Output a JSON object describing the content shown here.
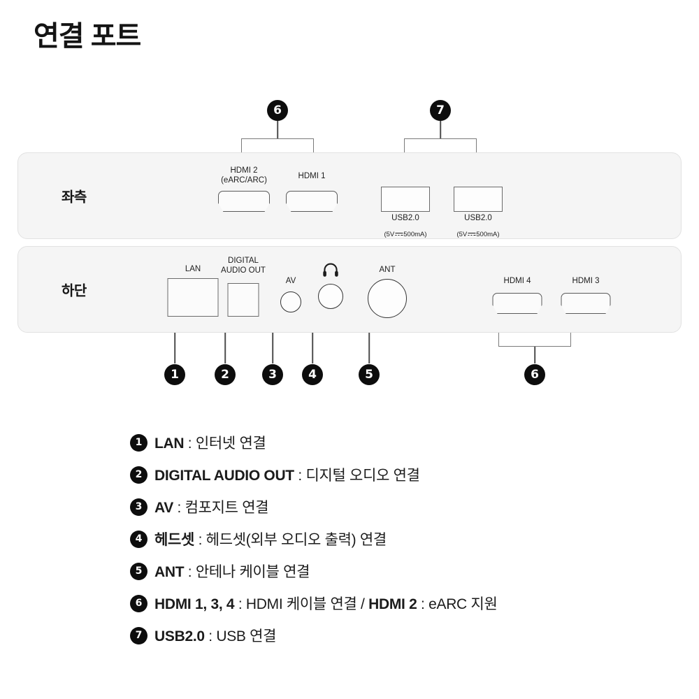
{
  "title": "연결 포트",
  "panels": {
    "left": {
      "label": "좌측",
      "ports": [
        {
          "name": "hdmi2",
          "label": "HDMI 2\n(eARC/ARC)"
        },
        {
          "name": "hdmi1",
          "label": "HDMI 1"
        },
        {
          "name": "usb1",
          "label": "USB2.0",
          "sub_prefix": "(5V",
          "sub_suffix": "500mA)"
        },
        {
          "name": "usb2",
          "label": "USB2.0",
          "sub_prefix": "(5V",
          "sub_suffix": "500mA)"
        }
      ]
    },
    "bottom": {
      "label": "하단",
      "ports": [
        {
          "name": "lan",
          "label": "LAN"
        },
        {
          "name": "digital-audio-out",
          "label": "DIGITAL\nAUDIO OUT"
        },
        {
          "name": "av",
          "label": "AV"
        },
        {
          "name": "headset",
          "label": ""
        },
        {
          "name": "ant",
          "label": "ANT"
        },
        {
          "name": "hdmi4",
          "label": "HDMI 4"
        },
        {
          "name": "hdmi3",
          "label": "HDMI 3"
        }
      ]
    }
  },
  "callouts": {
    "top_hdmi": "6",
    "top_usb": "7",
    "lan": "1",
    "digital_audio_out": "2",
    "av": "3",
    "headset": "4",
    "ant": "5",
    "bottom_hdmi": "6"
  },
  "legend": [
    {
      "num": "1",
      "term": "LAN",
      "sep": " : ",
      "desc": "인터넷 연결"
    },
    {
      "num": "2",
      "term": "DIGITAL AUDIO OUT",
      "sep": " : ",
      "desc": "디지털 오디오 연결"
    },
    {
      "num": "3",
      "term": "AV",
      "sep": " : ",
      "desc": "컴포지트 연결"
    },
    {
      "num": "4",
      "term": "헤드셋",
      "sep": " : ",
      "desc": "헤드셋(외부 오디오 출력) 연결"
    },
    {
      "num": "5",
      "term": "ANT",
      "sep": " : ",
      "desc": "안테나 케이블 연결"
    },
    {
      "num": "6",
      "term": "HDMI 1, 3, 4",
      "sep": " : ",
      "desc": "HDMI 케이블 연결 / ",
      "term2": "HDMI 2",
      "sep2": " : ",
      "desc2": "eARC 지원"
    },
    {
      "num": "7",
      "term": "USB2.0",
      "sep": " : ",
      "desc": "USB 연결"
    }
  ],
  "colors": {
    "panel_bg": "#f5f5f5",
    "badge_bg": "#0d0d0d",
    "text": "#1b1b1b",
    "line": "#7a7a7a"
  }
}
